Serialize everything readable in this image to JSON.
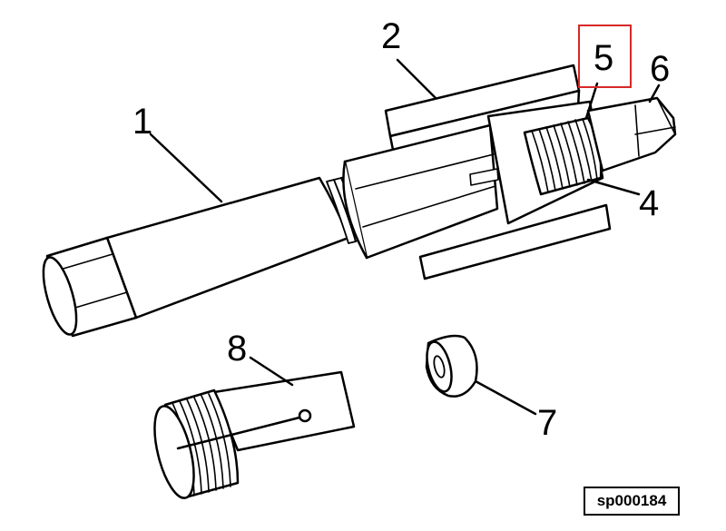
{
  "callouts": {
    "c1": "1",
    "c2": "2",
    "c4": "4",
    "c5": "5",
    "c6": "6",
    "c7": "7",
    "c8": "8"
  },
  "figure_id": "sp000184",
  "highlight": {
    "target": "5",
    "color": "#d62828"
  },
  "line_color": "#000000"
}
